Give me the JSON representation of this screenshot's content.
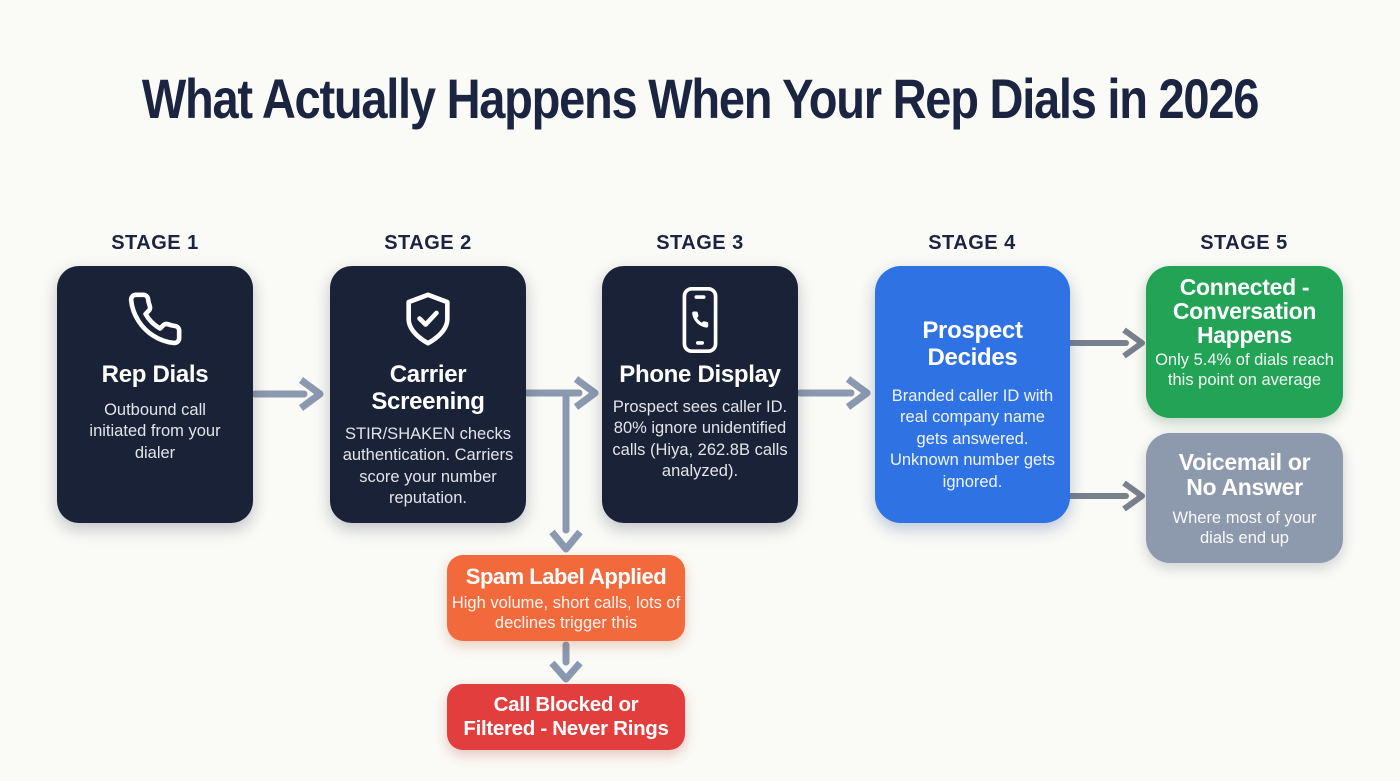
{
  "title": "What Actually Happens When Your Rep Dials in 2026",
  "stages": [
    {
      "label": "STAGE 1",
      "icon": "phone-icon",
      "title": "Rep Dials",
      "body": "Outbound call initiated from your dialer"
    },
    {
      "label": "STAGE 2",
      "icon": "shield-check-icon",
      "title": "Carrier Screening",
      "body": "STIR/SHAKEN checks authentication. Carriers score your number reputation."
    },
    {
      "label": "STAGE 3",
      "icon": "smartphone-icon",
      "title": "Phone Display",
      "body": "Prospect sees caller ID. 80% ignore unidentified calls (Hiya, 262.8B calls analyzed)."
    },
    {
      "label": "STAGE 4",
      "title": "Prospect Decides",
      "body": "Branded caller ID with real company name gets answered. Unknown number gets ignored."
    },
    {
      "label": "STAGE 5"
    }
  ],
  "outcomes": {
    "connected": {
      "title": "Connected - Conversation Happens",
      "body": "Only 5.4% of dials reach this point on average"
    },
    "voicemail": {
      "title": "Voicemail or No Answer",
      "body": "Where most of your dials end up"
    }
  },
  "branch": {
    "spam": {
      "title": "Spam Label Applied",
      "body": "High volume, short calls, lots of declines trigger this"
    },
    "blocked": {
      "title": "Call Blocked or Filtered - Never Rings"
    }
  },
  "colors": {
    "background": "#FAFAF6",
    "stage_card": "#1A2238",
    "decision_card": "#2F72E4",
    "connected_card": "#22A356",
    "voicemail_card": "#8D9AAE",
    "spam_card": "#F2693B",
    "blocked_card": "#E23E3E",
    "arrow": "#8A99AF",
    "heading_text": "#1B2440"
  }
}
